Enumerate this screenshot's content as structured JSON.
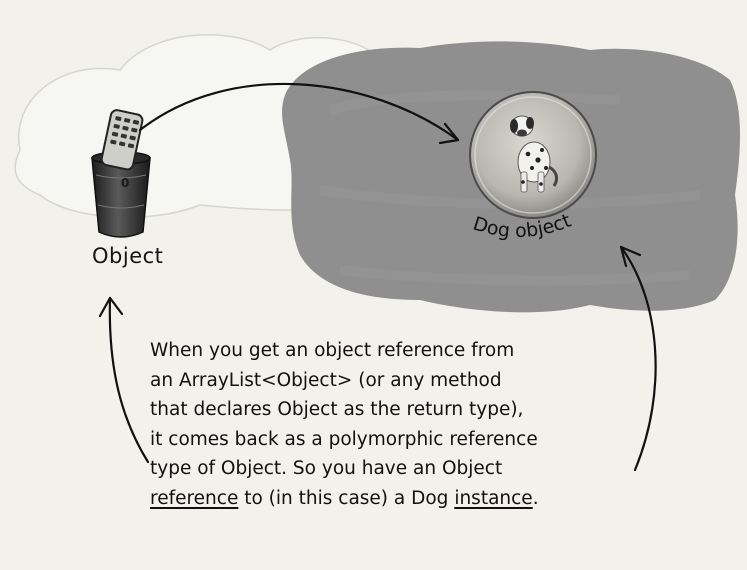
{
  "reference_label": "Object",
  "reference_count": "0",
  "object_label": "Dog object",
  "annotation": {
    "lines": [
      "When you get an object reference from",
      "an ArrayList<Object> (or any method",
      "that declares Object as the return type),",
      "it comes back as a polymorphic reference",
      "type of Object. So you have an Object"
    ],
    "last_line": {
      "reference_word": "reference",
      "middle": " to (in this case) a Dog ",
      "instance_word": "instance",
      "end": "."
    }
  },
  "colors": {
    "heap_fill": "#8f8f8f",
    "cup_dark": "#2e2e2e",
    "bubble_fill": "#b5b3ad",
    "paper": "#f2f1ec"
  },
  "icons": [
    "cup-icon",
    "remote-control-icon",
    "dog-picture-icon"
  ]
}
